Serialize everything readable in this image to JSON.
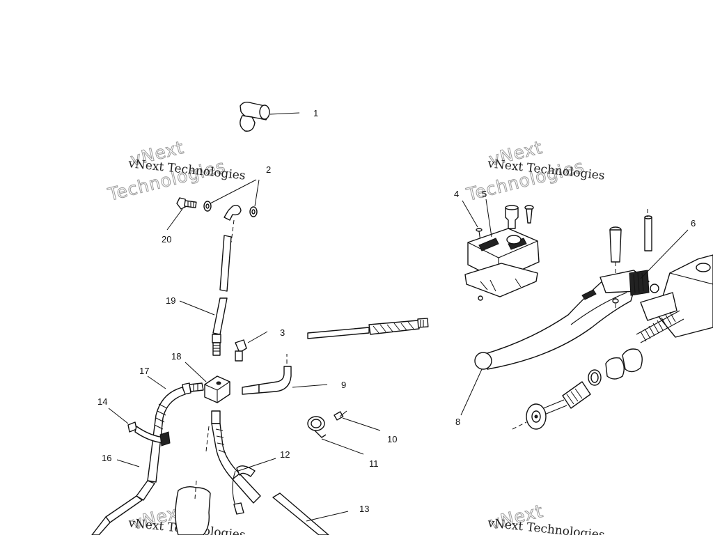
{
  "watermark": {
    "brand": "vNext Technologies",
    "big_line_1": "vNext",
    "big_line_2": "Technologies"
  },
  "callouts": [
    "1",
    "2",
    "3",
    "4",
    "5",
    "6",
    "8",
    "9",
    "10",
    "11",
    "12",
    "13",
    "14",
    "16",
    "17",
    "18",
    "19",
    "20"
  ]
}
